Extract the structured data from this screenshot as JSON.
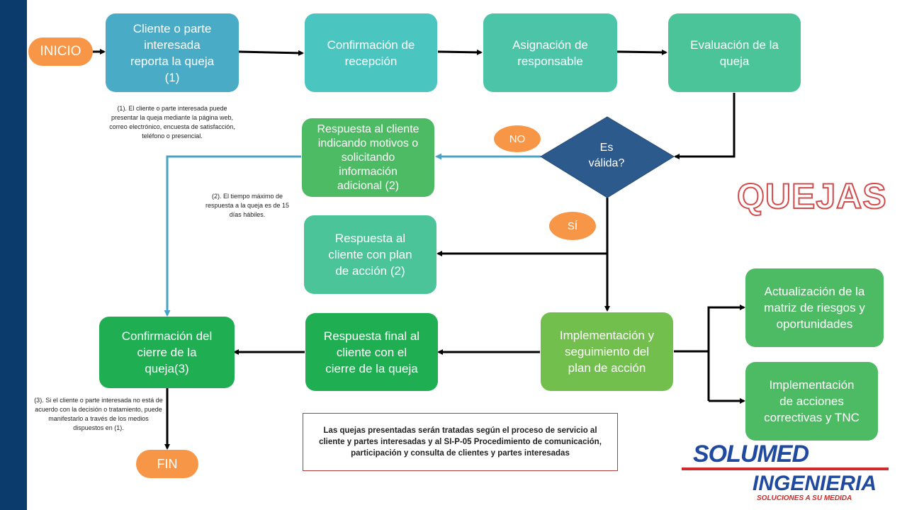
{
  "title": "QUEJAS",
  "start": "INICIO",
  "end": "FIN",
  "steps": {
    "report": "Cliente o parte\ninteresada\nreporta la queja\n(1)",
    "confirm_receipt": "Confirmación de\nrecepción",
    "assign": "Asignación de\nresponsable",
    "evaluate": "Evaluación de la\nqueja",
    "respond_reasons": "Respuesta al cliente\nindicando motivos o\nsolicitando\ninformación\nadicional (2)",
    "respond_plan": "Respuesta al\ncliente con plan\nde acción (2)",
    "implement": "Implementación y\nseguimiento del\nplan de acción",
    "final_response": "Respuesta final al\ncliente con el\ncierre de la queja",
    "confirm_close": "Confirmación del\ncierre de la\nqueja(3)",
    "update_matrix": "Actualización de la\nmatriz de riesgos y\noportunidades",
    "corrective": "Implementación\nde acciones\ncorrectivas y TNC"
  },
  "decision": {
    "question": "Es\nválida?",
    "no_label": "NO",
    "yes_label": "SÍ"
  },
  "notes": {
    "note1": "(1). El cliente o parte interesada puede presentar la queja mediante la página web, correo electrónico, encuesta de satisfacción, teléfono o presencial.",
    "note2": "(2). El tiempo máximo de respuesta a la queja es de 15 días hábiles.",
    "note3": "(3). Si el cliente o parte interesada no está de acuerdo con la decisión o tratamiento, puede manifestarlo a través de los medios dispuestos en (1).",
    "process_note": "Las quejas presentadas serán tratadas según el proceso de servicio al cliente y partes interesadas y al SI-P-05 Procedimiento de comunicación, participación y consulta de clientes y partes interesadas"
  },
  "logo": {
    "line1": "SOLUMED",
    "line2": "INGENIERIA",
    "tagline": "SOLUCIONES A SU MEDIDA"
  },
  "colors": {
    "blue_box": "#4aabc6",
    "teal_box": "#4bc5c0",
    "mint_box": "#4cc49a",
    "green_box": "#4dbb64",
    "dark_green_box": "#1fae52",
    "light_green_box": "#72bf4e",
    "diamond": "#2d5a8c",
    "orange": "#f79646",
    "blue_arrow": "#4aa3c6",
    "accent_red": "#d24b4b"
  }
}
